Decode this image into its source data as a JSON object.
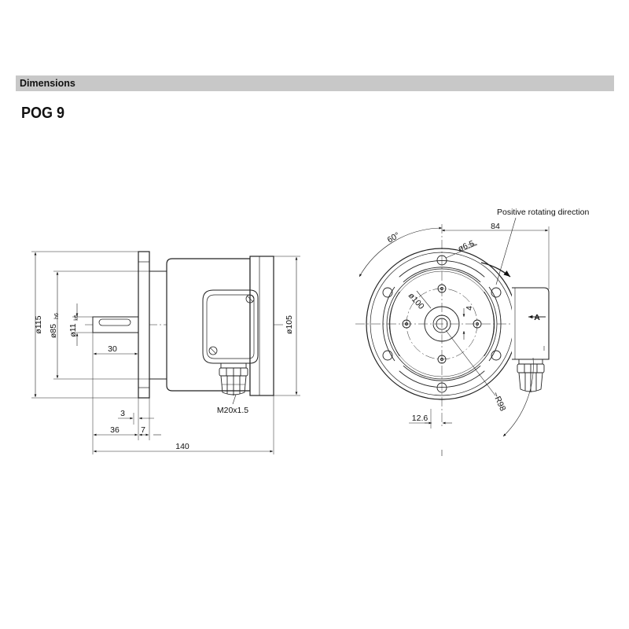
{
  "section_header": "Dimensions",
  "model": "POG 9",
  "side_view": {
    "d_flange": "ø115",
    "d_spigot": "ø85",
    "d_spigot_tol": "h6",
    "d_shaft": "ø11",
    "d_shaft_tol": "k6",
    "shaft_len": "30",
    "d_rear": "ø105",
    "thread": "M20x1.5",
    "dim_3": "3",
    "dim_36": "36",
    "dim_7": "7",
    "dim_140": "140"
  },
  "front_view": {
    "rotation_label": "Positive rotating direction",
    "angle": "60°",
    "hole_d": "ø6.5",
    "dim_84": "84",
    "pcd": "ø100",
    "key_width": "4",
    "view_a": "A",
    "radius": "~R98",
    "dim_12_6": "12.6"
  }
}
